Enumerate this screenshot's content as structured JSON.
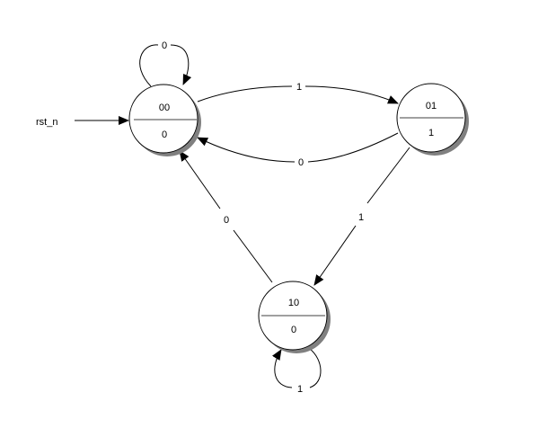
{
  "diagram": {
    "reset_label": "rst_n",
    "states": [
      {
        "name": "00",
        "output": "0"
      },
      {
        "name": "01",
        "output": "1"
      },
      {
        "name": "10",
        "output": "0"
      }
    ],
    "transitions": [
      {
        "from": "00",
        "to": "00",
        "label": "0"
      },
      {
        "from": "00",
        "to": "01",
        "label": "1"
      },
      {
        "from": "01",
        "to": "00",
        "label": "0"
      },
      {
        "from": "01",
        "to": "10",
        "label": "1"
      },
      {
        "from": "10",
        "to": "00",
        "label": "0"
      },
      {
        "from": "10",
        "to": "10",
        "label": "1"
      }
    ],
    "colors": {
      "line": "#000000",
      "shadow": "#808080",
      "divider": "#808080"
    }
  }
}
